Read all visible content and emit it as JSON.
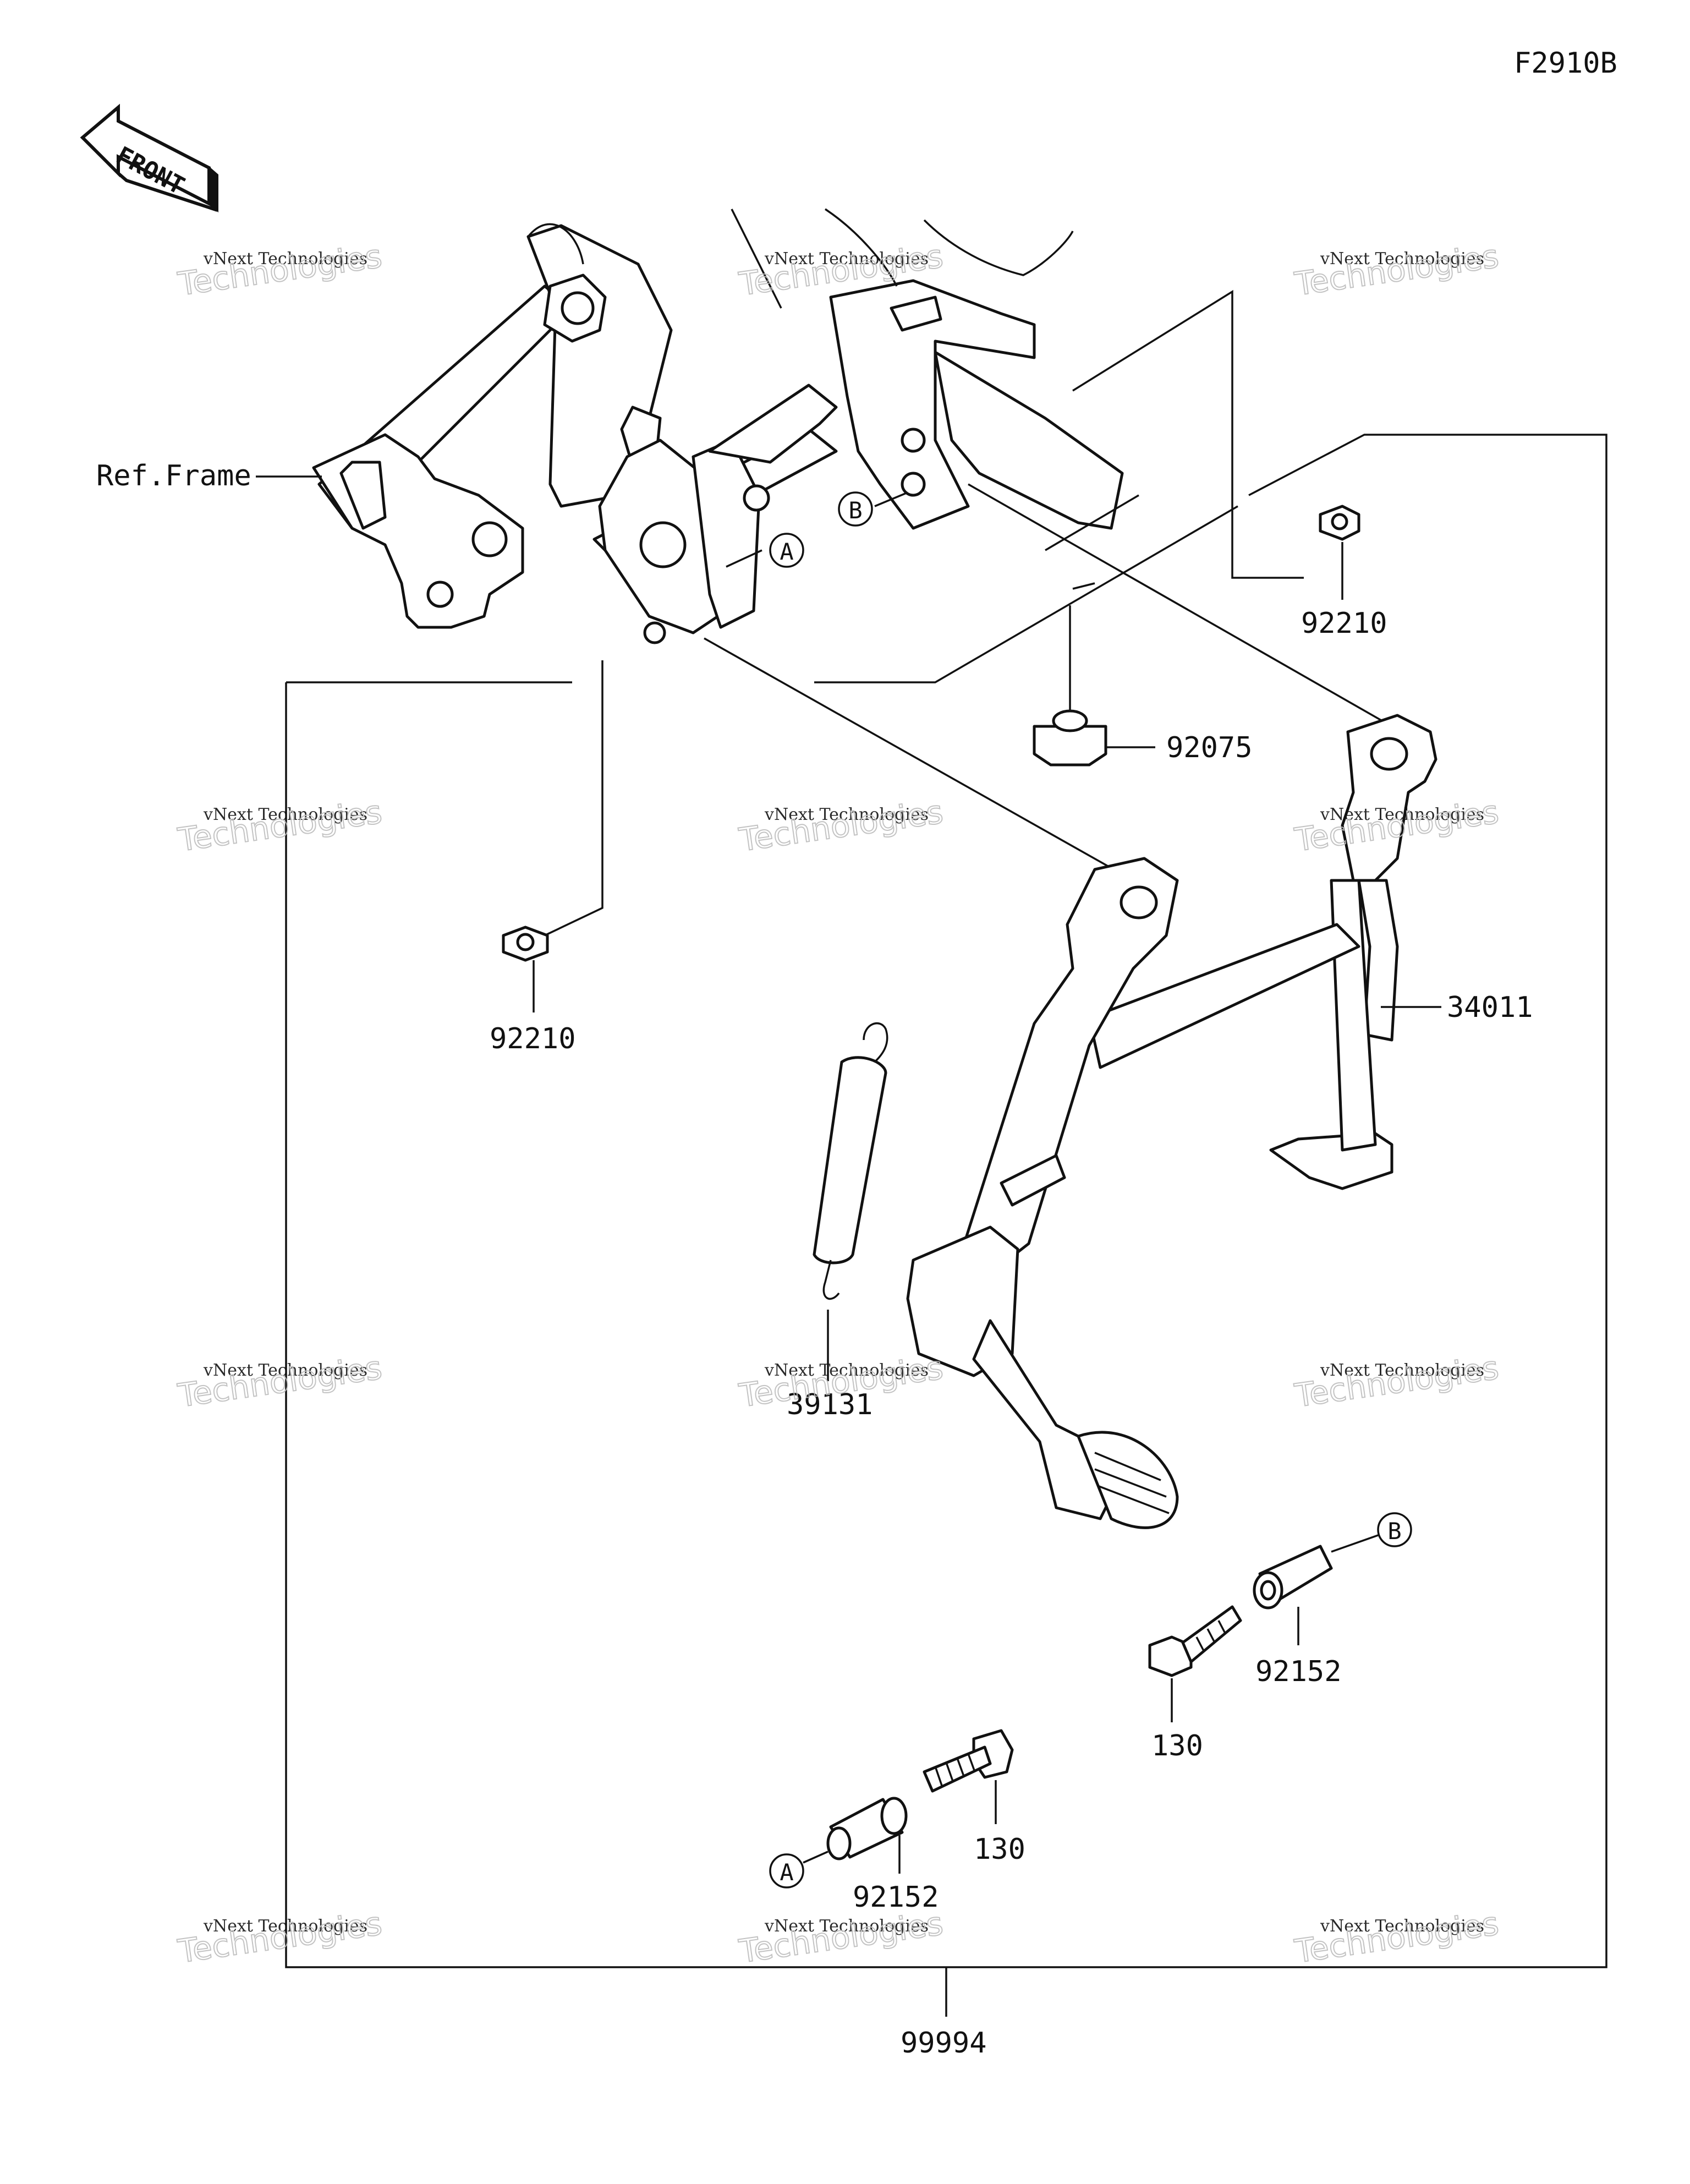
{
  "diagram_code": "F2910B",
  "front_arrow_label": "FRONT",
  "ref_frame_label": "Ref.Frame",
  "callout_a": "A",
  "callout_b": "B",
  "parts": {
    "p92210_upper": "92210",
    "p92210_lower": "92210",
    "p92075": "92075",
    "p34011": "34011",
    "p39131": "39131",
    "p92152_right": "92152",
    "p92152_left": "92152",
    "p130_right": "130",
    "p130_left": "130",
    "p99994": "99994"
  },
  "watermark": {
    "line1": "vNext Technologies",
    "line2": "Technologies"
  }
}
